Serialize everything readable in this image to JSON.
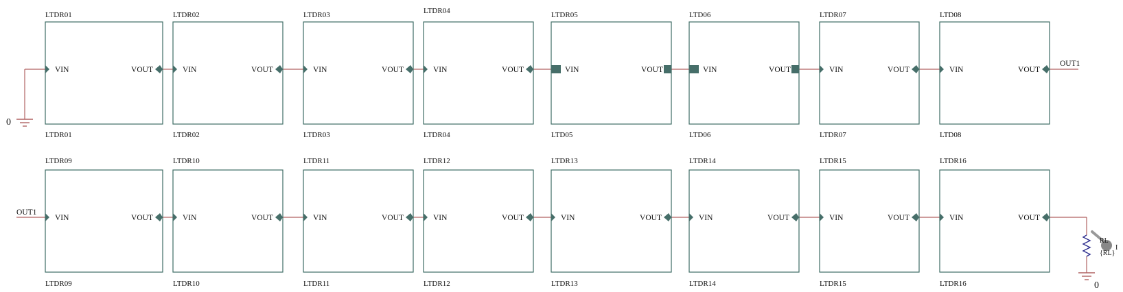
{
  "colors": {
    "box": "#3d6b63",
    "pin": "#466e69",
    "wire": "#b06262",
    "resistor": "#2e2e8e",
    "probe": "#888888"
  },
  "blocks": [
    {
      "top": "LTDR01",
      "bottom": "LTDR01",
      "vin": "VIN",
      "vout": "VOUT",
      "vin_pin": "diamond",
      "vout_pin": "diamond"
    },
    {
      "top": "LTDR02",
      "bottom": "LTDR02",
      "vin": "VIN",
      "vout": "VOUT",
      "vin_pin": "diamond",
      "vout_pin": "diamond"
    },
    {
      "top": "LTDR03",
      "bottom": "LTDR03",
      "vin": "VIN",
      "vout": "VOUT",
      "vin_pin": "diamond",
      "vout_pin": "diamond"
    },
    {
      "top": "LTDR04",
      "bottom": "LTDR04",
      "vin": "VIN",
      "vout": "VOUT",
      "vin_pin": "diamond",
      "vout_pin": "diamond"
    },
    {
      "top": "LTDR05",
      "bottom": "LTD05",
      "vin": "VIN",
      "vout": "VOUT",
      "vin_pin": "square",
      "vout_pin": "square"
    },
    {
      "top": "LTD06",
      "bottom": "LTD06",
      "vin": "VIN",
      "vout": "VOUT",
      "vin_pin": "square",
      "vout_pin": "square"
    },
    {
      "top": "LTDR07",
      "bottom": "LTDR07",
      "vin": "VIN",
      "vout": "VOUT",
      "vin_pin": "diamond",
      "vout_pin": "diamond"
    },
    {
      "top": "LTD08",
      "bottom": "LTD08",
      "vin": "VIN",
      "vout": "VOUT",
      "vin_pin": "diamond",
      "vout_pin": "diamond"
    },
    {
      "top": "LTDR09",
      "bottom": "LTDR09",
      "vin": "VIN",
      "vout": "VOUT",
      "vin_pin": "diamond",
      "vout_pin": "diamond"
    },
    {
      "top": "LTDR10",
      "bottom": "LTDR10",
      "vin": "VIN",
      "vout": "VOUT",
      "vin_pin": "diamond",
      "vout_pin": "diamond"
    },
    {
      "top": "LTDR11",
      "bottom": "LTDR11",
      "vin": "VIN",
      "vout": "VOUT",
      "vin_pin": "diamond",
      "vout_pin": "diamond"
    },
    {
      "top": "LTDR12",
      "bottom": "LTDR12",
      "vin": "VIN",
      "vout": "VOUT",
      "vin_pin": "diamond",
      "vout_pin": "diamond"
    },
    {
      "top": "LTDR13",
      "bottom": "LTDR13",
      "vin": "VIN",
      "vout": "VOUT",
      "vin_pin": "diamond",
      "vout_pin": "diamond"
    },
    {
      "top": "LTDR14",
      "bottom": "LTDR14",
      "vin": "VIN",
      "vout": "VOUT",
      "vin_pin": "diamond",
      "vout_pin": "diamond"
    },
    {
      "top": "LTDR15",
      "bottom": "LTDR15",
      "vin": "VIN",
      "vout": "VOUT",
      "vin_pin": "diamond",
      "vout_pin": "diamond"
    },
    {
      "top": "LTDR16",
      "bottom": "LTDR16",
      "vin": "VIN",
      "vout": "VOUT",
      "vin_pin": "diamond",
      "vout_pin": "diamond"
    }
  ],
  "nets": {
    "out1_row1": "OUT1",
    "out1_row2": "OUT1",
    "ground_left": "0",
    "ground_right": "0"
  },
  "load": {
    "name": "RL",
    "value": "{RL}",
    "probe_label": "I"
  }
}
